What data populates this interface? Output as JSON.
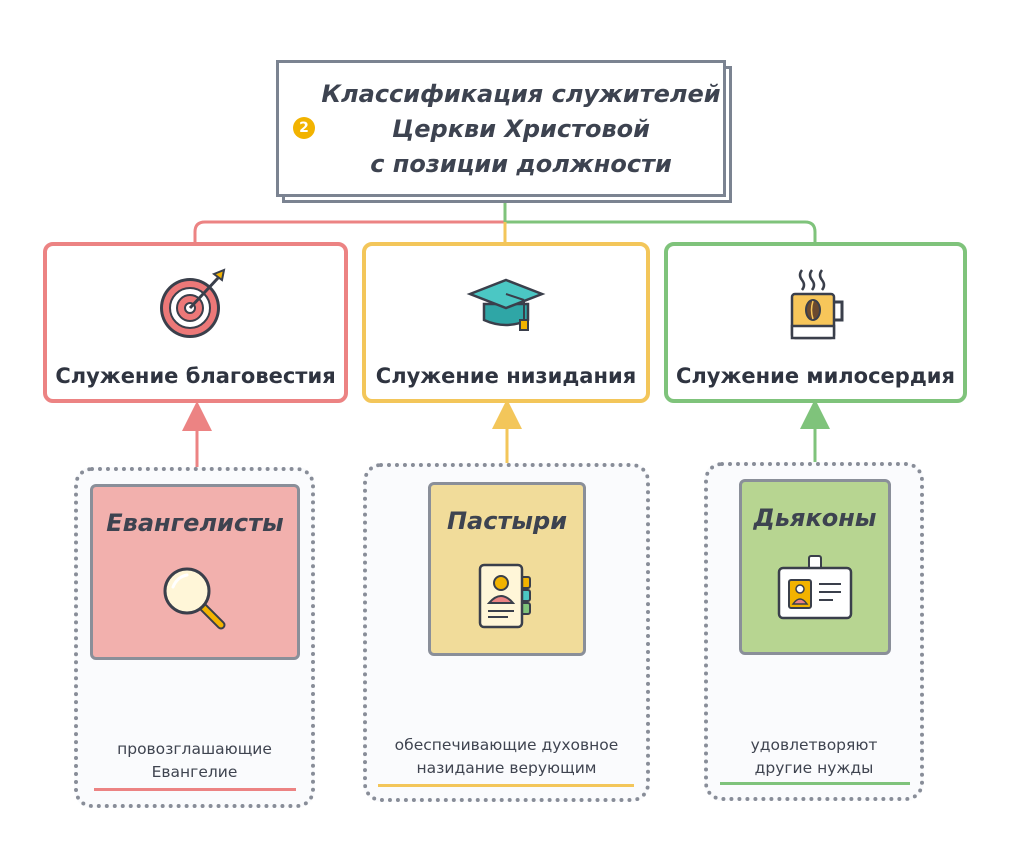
{
  "title": {
    "badge": "2",
    "line1": "Классификация служителей",
    "line2": "Церкви Христовой",
    "line3": "с позиции должности"
  },
  "categories": [
    {
      "label": "Служение благовестия",
      "icon": "target-icon",
      "color": "#ec8383"
    },
    {
      "label": "Служение низидания",
      "icon": "graduation-cap-icon",
      "color": "#f3c65a"
    },
    {
      "label": "Служение милосердия",
      "icon": "coffee-cup-icon",
      "color": "#7fc37b"
    }
  ],
  "roles": [
    {
      "title": "Евангелисты",
      "icon": "magnifier-icon",
      "fill": "#f2b0ad",
      "desc_line1": "провозглашающие",
      "desc_line2": "Евангелие"
    },
    {
      "title": "Пастыри",
      "icon": "profile-folder-icon",
      "fill": "#f1dc9a",
      "desc_line1": "обеспечивающие духовное",
      "desc_line2": "назидание верующим"
    },
    {
      "title": "Дьяконы",
      "icon": "id-badge-icon",
      "fill": "#b7d591",
      "desc_line1": "удовлетворяют",
      "desc_line2": "другие нужды"
    }
  ]
}
